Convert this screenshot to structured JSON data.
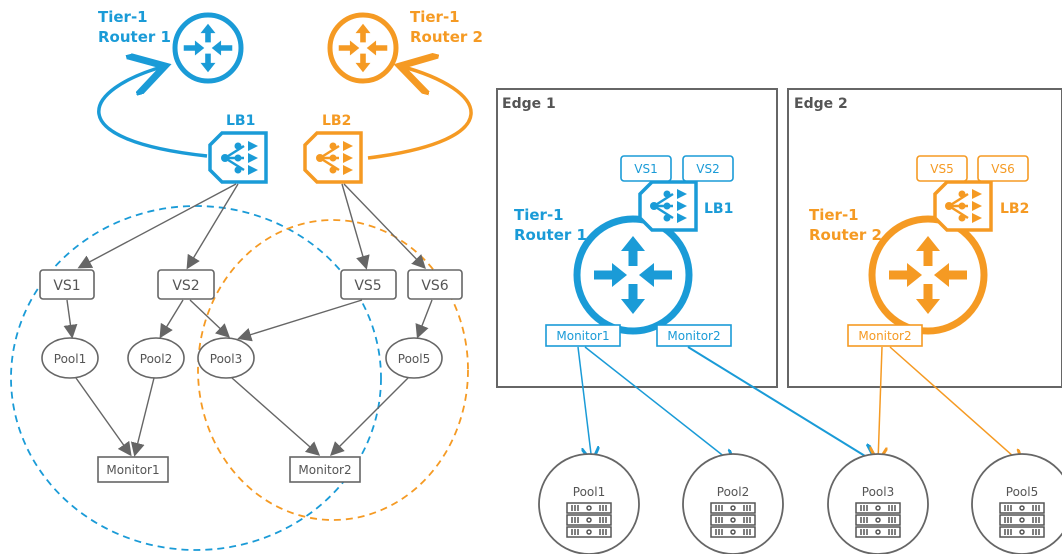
{
  "left": {
    "router1": {
      "line1": "Tier-1",
      "line2": "Router 1"
    },
    "router2": {
      "line1": "Tier-1",
      "line2": "Router 2"
    },
    "lb1": "LB1",
    "lb2": "LB2",
    "vs": [
      "VS1",
      "VS2",
      "VS5",
      "VS6"
    ],
    "pools": [
      "Pool1",
      "Pool2",
      "Pool3",
      "Pool5"
    ],
    "monitors": [
      "Monitor1",
      "Monitor2"
    ]
  },
  "right": {
    "edge1": {
      "title": "Edge 1",
      "router": {
        "line1": "Tier-1",
        "line2": "Router 1"
      },
      "lb": "LB1",
      "vs": [
        "VS1",
        "VS2"
      ],
      "monitors": [
        "Monitor1",
        "Monitor2"
      ]
    },
    "edge2": {
      "title": "Edge 2",
      "router": {
        "line1": "Tier-1",
        "line2": "Router 2"
      },
      "lb": "LB2",
      "vs": [
        "VS5",
        "VS6"
      ],
      "monitors": [
        "Monitor2"
      ]
    },
    "pools": [
      "Pool1",
      "Pool2",
      "Pool3",
      "Pool5"
    ]
  },
  "colors": {
    "blue": "#1a9bd7",
    "orange": "#f59a23",
    "gray": "#666666"
  }
}
